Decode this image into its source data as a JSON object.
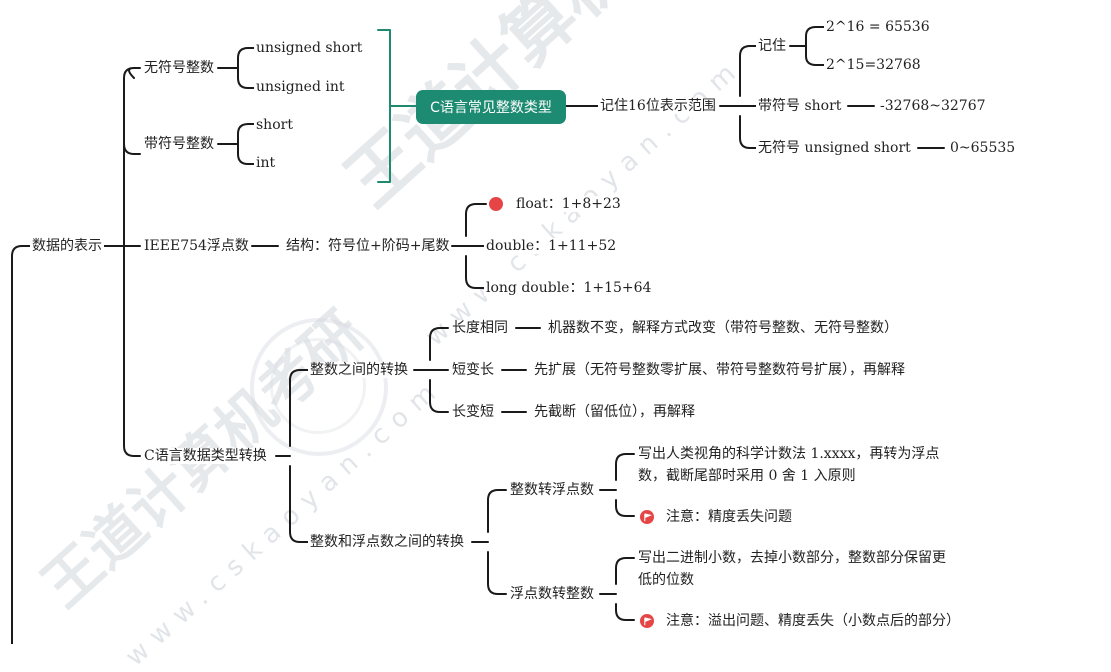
{
  "watermark": {
    "brand": "王道计算机考研",
    "site": "www.cskaoyan.com"
  },
  "root": {
    "label": "数据的表示"
  },
  "integers": {
    "unsigned": {
      "label": "无符号整数",
      "children": [
        "unsigned short",
        "unsigned int"
      ]
    },
    "signed": {
      "label": "带符号整数",
      "children": [
        "short",
        "int"
      ]
    },
    "center": "C语言常见整数类型",
    "range": {
      "label": "记住16位表示范围",
      "remember": {
        "label": "记住",
        "values": [
          "2^16 = 65536",
          "2^15=32768"
        ]
      },
      "signed_short": {
        "label": "带符号 short",
        "value": "-32768~32767"
      },
      "unsigned_short": {
        "label": "无符号 unsigned short",
        "value": "0~65535"
      }
    }
  },
  "ieee": {
    "label": "IEEE754浮点数",
    "structure": "结构：符号位+阶码+尾数",
    "formats": [
      "float：1+8+23",
      "double：1+11+52",
      "long double：1+15+64"
    ]
  },
  "conversion": {
    "label": "C语言数据类型转换",
    "int_int": {
      "label": "整数之间的转换",
      "rules": [
        {
          "label": "长度相同",
          "detail": "机器数不变，解释方式改变（带符号整数、无符号整数）"
        },
        {
          "label": "短变长",
          "detail": "先扩展（无符号整数零扩展、带符号整数符号扩展），再解释"
        },
        {
          "label": "长变短",
          "detail": "先截断（留低位），再解释"
        }
      ]
    },
    "int_float": {
      "label": "整数和浮点数之间的转换",
      "to_float": {
        "label": "整数转浮点数",
        "detail": "写出人类视角的科学计数法 1.xxxx，再转为浮点数，截断尾部时采用 0 舍 1 入原则",
        "note": "注意：精度丢失问题"
      },
      "to_int": {
        "label": "浮点数转整数",
        "detail": "写出二进制小数，去掉小数部分，整数部分保留更低的位数",
        "note": "注意：溢出问题、精度丢失（小数点后的部分）"
      }
    }
  },
  "colors": {
    "accent": "#1d8a72",
    "marker": "#e64545",
    "line": "#1a1a1a"
  },
  "icons": {
    "priority": "red-dot-icon",
    "flag": "flag-icon"
  }
}
